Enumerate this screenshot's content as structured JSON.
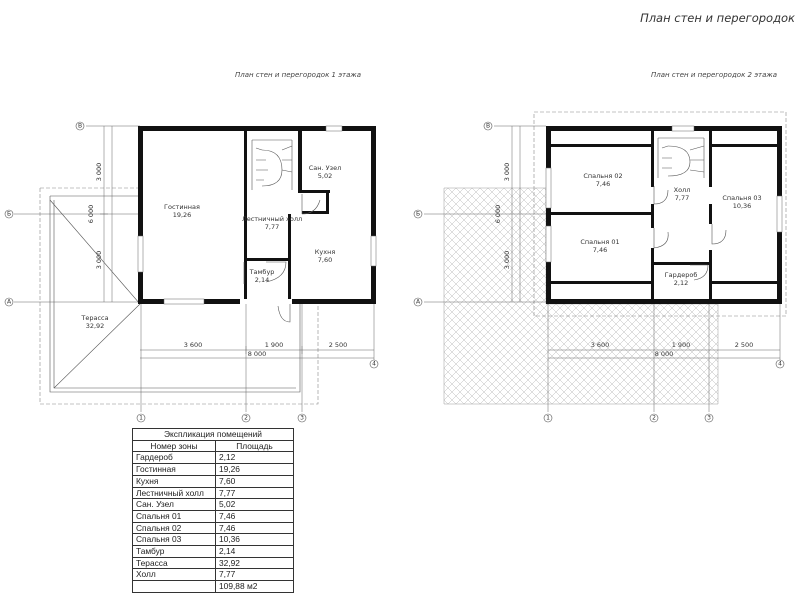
{
  "sheet": {
    "title": "План стен и перегородок",
    "floor1_title": "План стен и перегородок 1 этажа",
    "floor2_title": "План стен и перегородок 2 этажа"
  },
  "floor1": {
    "rooms": [
      {
        "name": "Гостинная",
        "area": "19,26"
      },
      {
        "name": "Сан. Узел",
        "area": "5,02"
      },
      {
        "name": "Лестничный холл",
        "area": "7,77"
      },
      {
        "name": "Кухня",
        "area": "7,60"
      },
      {
        "name": "Тамбур",
        "area": "2,14"
      },
      {
        "name": "Терасса",
        "area": "32,92"
      }
    ],
    "dims": {
      "d3600": "3 600",
      "d1900": "1 900",
      "d2500": "2 500",
      "d8000": "8 000",
      "v3000a": "3 000",
      "v3000b": "3 000",
      "v6000": "6 000"
    },
    "axes": {
      "B": "Б",
      "A": "А",
      "V": "В",
      "n1": "1",
      "n2": "2",
      "n3": "3",
      "n4": "4"
    }
  },
  "floor2": {
    "rooms": [
      {
        "name": "Спальня 02",
        "area": "7,46"
      },
      {
        "name": "Холл",
        "area": "7,77"
      },
      {
        "name": "Спальня 03",
        "area": "10,36"
      },
      {
        "name": "Спальня 01",
        "area": "7,46"
      },
      {
        "name": "Гардероб",
        "area": "2,12"
      }
    ],
    "dims": {
      "d3600": "3 600",
      "d1900": "1 900",
      "d2500": "2 500",
      "d8000": "8 000",
      "v3000a": "3 000",
      "v3000b": "3 000",
      "v6000": "6 000"
    },
    "axes": {
      "B": "Б",
      "A": "А",
      "V": "В",
      "n1": "1",
      "n2": "2",
      "n3": "3",
      "n4": "4"
    }
  },
  "legend": {
    "title": "Экспликация помещений",
    "col_zone": "Номер зоны",
    "col_area": "Площадь",
    "rows": [
      {
        "zone": "Гардероб",
        "area": "2,12"
      },
      {
        "zone": "Гостинная",
        "area": "19,26"
      },
      {
        "zone": "Кухня",
        "area": "7,60"
      },
      {
        "zone": "Лестничный холл",
        "area": "7,77"
      },
      {
        "zone": "Сан. Узел",
        "area": "5,02"
      },
      {
        "zone": "Спальня 01",
        "area": "7,46"
      },
      {
        "zone": "Спальня 02",
        "area": "7,46"
      },
      {
        "zone": "Спальня 03",
        "area": "10,36"
      },
      {
        "zone": "Тамбур",
        "area": "2,14"
      },
      {
        "zone": "Терасса",
        "area": "32,92"
      },
      {
        "zone": "Холл",
        "area": "7,77"
      }
    ],
    "total": "109,88 м2"
  }
}
